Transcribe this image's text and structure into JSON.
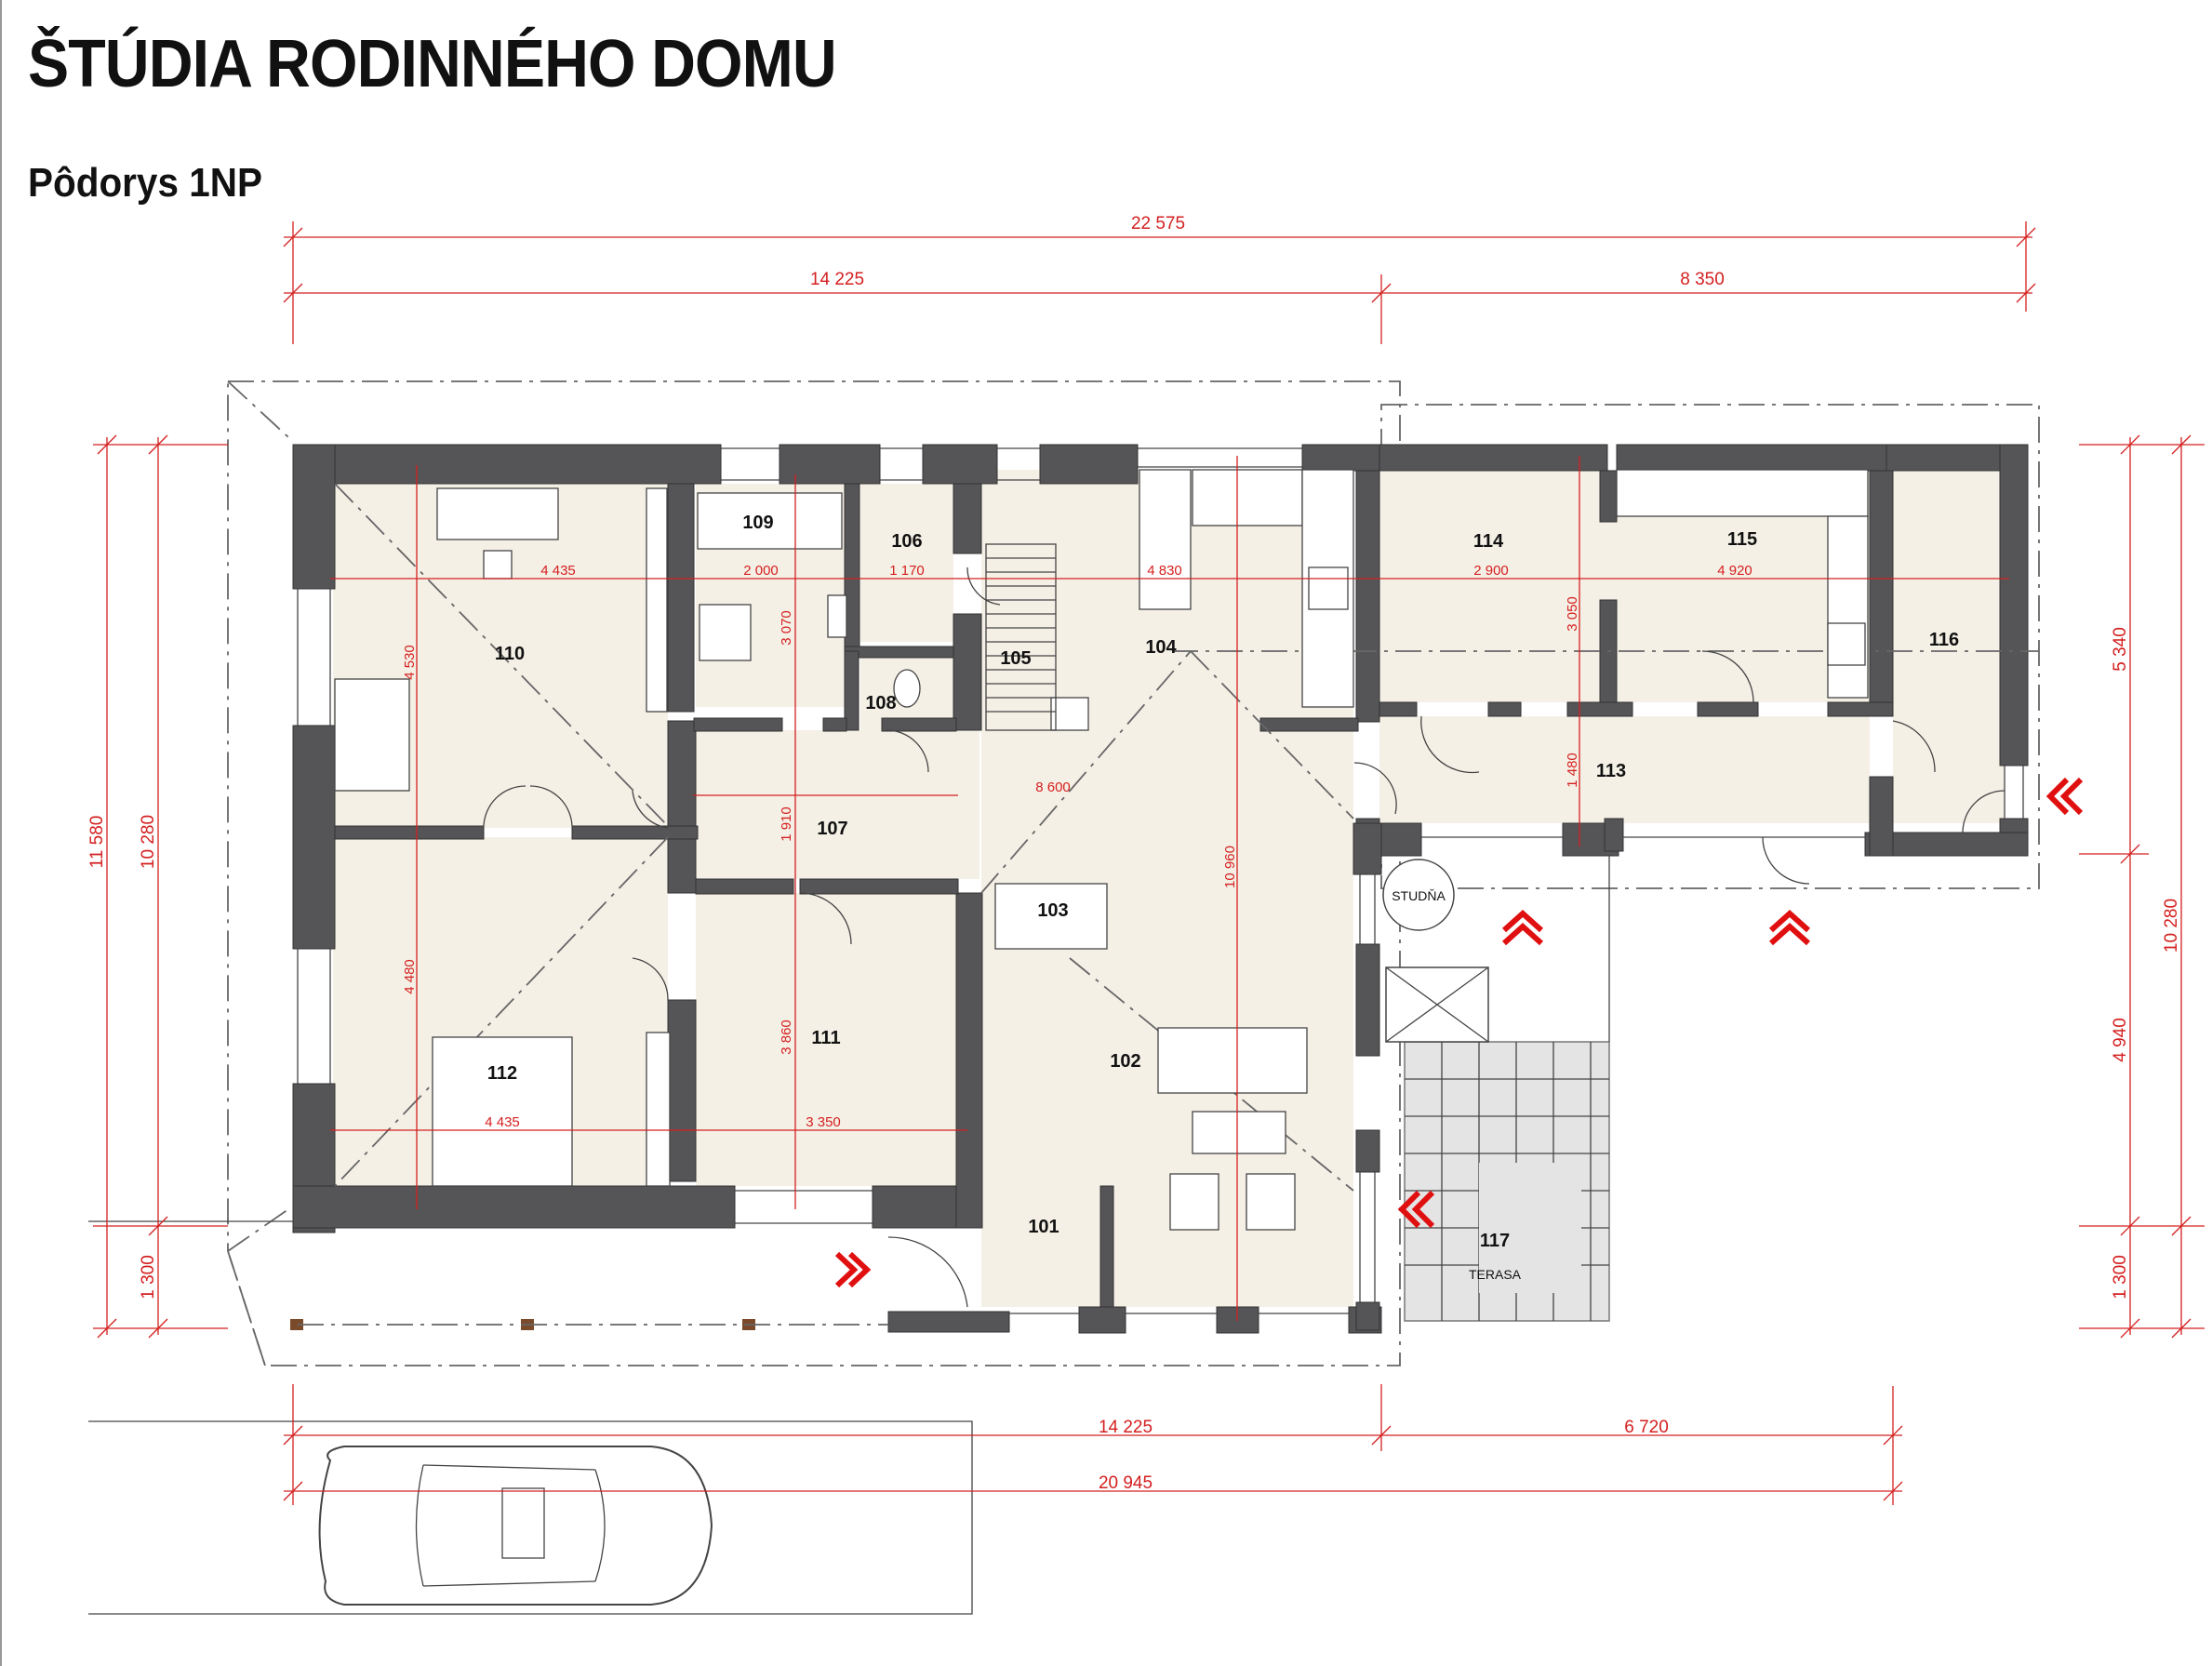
{
  "title": "ŠTÚDIA RODINNÉHO DOMU",
  "subtitle": "Pôdorys 1NP",
  "dimensions": {
    "top_total": "22 575",
    "top_left": "14 225",
    "top_right": "8 350",
    "bottom_left": "14 225",
    "bottom_right": "6 720",
    "bottom_total": "20 945",
    "left_outer": "11 580",
    "left_inner": "10 280",
    "left_bottom": "1 300",
    "right_top": "5 340",
    "right_mid": "4 940",
    "right_outer": "10 280",
    "right_bottom": "1 300"
  },
  "inner_dims": [
    "4 435",
    "2 000",
    "1 170",
    "4 830",
    "2 900",
    "4 920",
    "4 530",
    "3 070",
    "3 050",
    "1 480",
    "1 910",
    "8 600",
    "4 480",
    "3 860",
    "10 960",
    "4 435",
    "3 350"
  ],
  "rooms": {
    "r101": "101",
    "r102": "102",
    "r103": "103",
    "r104": "104",
    "r105": "105",
    "r106": "106",
    "r107": "107",
    "r108": "108",
    "r109": "109",
    "r110": "110",
    "r111": "111",
    "r112": "112",
    "r113": "113",
    "r114": "114",
    "r115": "115",
    "r116": "116",
    "r117": "117"
  },
  "labels": {
    "terasa": "TERASA",
    "studna": "STUDŇA"
  },
  "colors": {
    "walls": "#555558",
    "floor": "#f5f0e6",
    "dimension_lines": "#d42020",
    "entrance_markers": "#e01010"
  }
}
